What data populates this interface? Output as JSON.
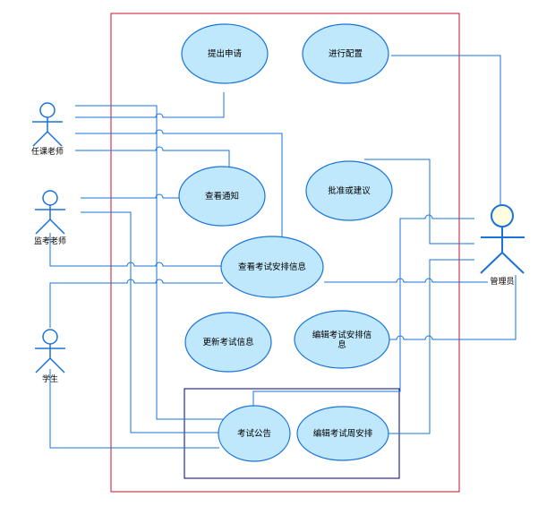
{
  "actors": {
    "teacher": "任课老师",
    "proctor": "监考老师",
    "student": "学生",
    "admin": "管理员"
  },
  "use_cases": {
    "submit_request": "提出申请",
    "configure": "进行配置",
    "view_notice": "查看通知",
    "approve_suggest": "批准或建议",
    "view_exam_schedule": "查看考试安排信息",
    "update_exam_info": "更新考试信息",
    "edit_exam_schedule_line1": "编辑考试安排信",
    "edit_exam_schedule_line2": "息",
    "exam_announcement": "考试公告",
    "edit_weekly_schedule": "编辑考试周安排"
  },
  "colors": {
    "boundary": "#c8102e",
    "package": "#000080",
    "line": "#1a73d9",
    "actor": "#1a73d9",
    "ellipse_fill": "#bfe8fc",
    "ellipse_stroke": "#1a73d9",
    "admin_head": "#ffffe0"
  }
}
